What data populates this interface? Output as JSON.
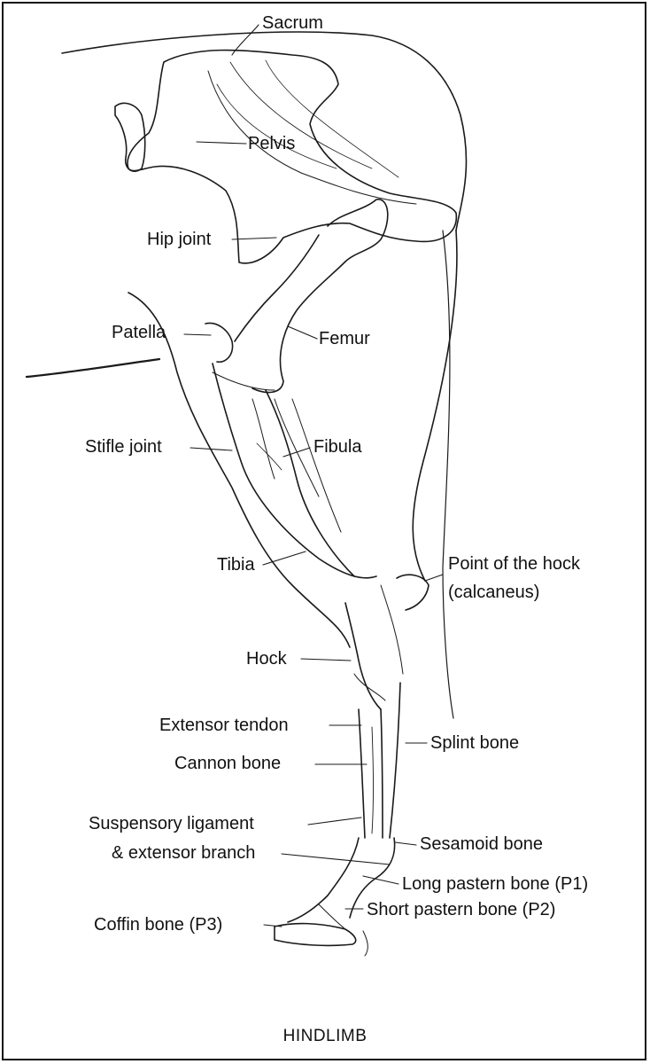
{
  "diagram": {
    "caption": "HINDLIMB",
    "labels": {
      "sacrum": "Sacrum",
      "pelvis": "Pelvis",
      "hip_joint": "Hip joint",
      "patella": "Patella",
      "femur": "Femur",
      "stifle_joint": "Stifle joint",
      "fibula": "Fibula",
      "tibia": "Tibia",
      "point_of_hock_line1": "Point of the hock",
      "point_of_hock_line2": "(calcaneus)",
      "hock": "Hock",
      "extensor_tendon": "Extensor tendon",
      "splint_bone": "Splint bone",
      "cannon_bone": "Cannon bone",
      "suspensory_line1": "Suspensory ligament",
      "suspensory_line2": "& extensor branch",
      "sesamoid_bone": "Sesamoid bone",
      "long_pastern": "Long pastern bone (P1)",
      "short_pastern": "Short pastern bone (P2)",
      "coffin_bone": "Coffin bone (P3)"
    }
  }
}
